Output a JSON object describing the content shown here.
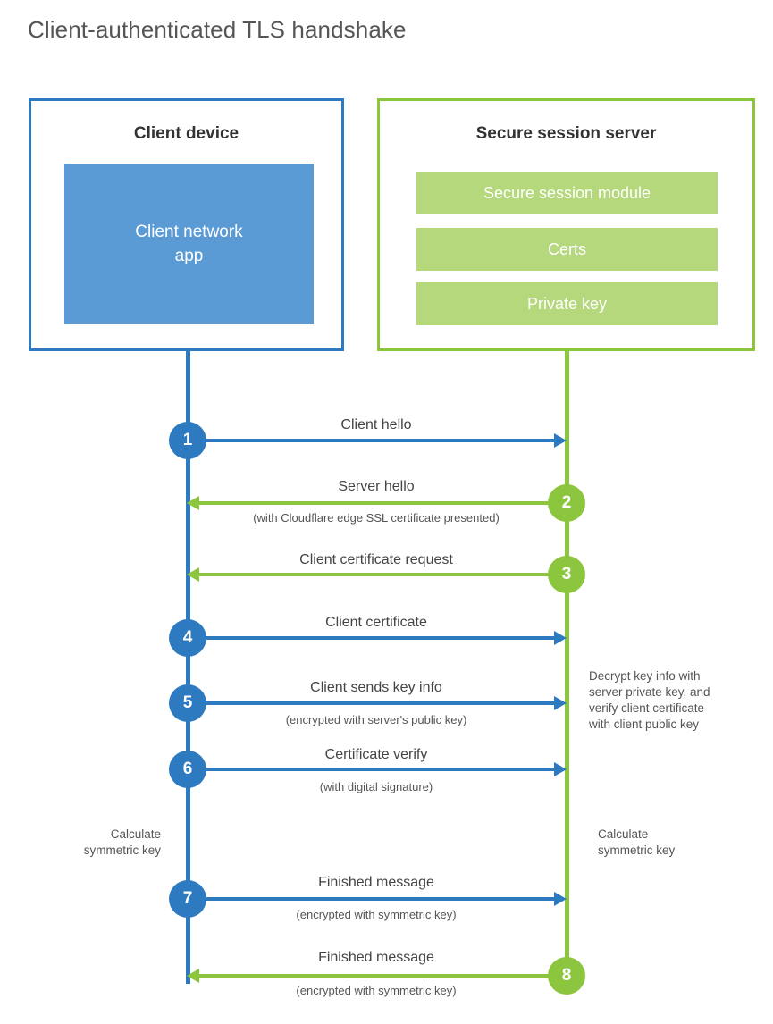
{
  "title": "Client-authenticated TLS handshake",
  "colors": {
    "client_blue": "#2d7ac0",
    "client_app_fill": "#5b9bd5",
    "server_green": "#8cc63e",
    "server_bar_fill": "#b5d87c",
    "text_dark": "#333333",
    "text_body": "#555555",
    "background": "#ffffff"
  },
  "client": {
    "title": "Client device",
    "app_label": "Client network\napp"
  },
  "server": {
    "title": "Secure session server",
    "bars": [
      {
        "label": "Secure session module"
      },
      {
        "label": "Certs"
      },
      {
        "label": "Private key"
      }
    ]
  },
  "steps": [
    {
      "number": "1",
      "label": "Client hello",
      "sub": "",
      "direction": "client-to-server",
      "color": "blue"
    },
    {
      "number": "2",
      "label": "Server hello",
      "sub": "(with Cloudflare edge SSL certificate presented)",
      "direction": "server-to-client",
      "color": "green"
    },
    {
      "number": "3",
      "label": "Client certificate request",
      "sub": "",
      "direction": "server-to-client",
      "color": "green"
    },
    {
      "number": "4",
      "label": "Client certificate",
      "sub": "",
      "direction": "client-to-server",
      "color": "blue"
    },
    {
      "number": "5",
      "label": "Client sends key info",
      "sub": "(encrypted with server's public key)",
      "direction": "client-to-server",
      "color": "blue"
    },
    {
      "number": "6",
      "label": "Certificate verify",
      "sub": "(with digital signature)",
      "direction": "client-to-server",
      "color": "blue"
    },
    {
      "number": "7",
      "label": "Finished message",
      "sub": "(encrypted with symmetric key)",
      "direction": "client-to-server",
      "color": "blue"
    },
    {
      "number": "8",
      "label": "Finished message",
      "sub": "(encrypted with symmetric key)",
      "direction": "server-to-client",
      "color": "green"
    }
  ],
  "annotations": {
    "server_decrypt_note": "Decrypt key info with\nserver private key, and\nverify client certificate\nwith client public key",
    "client_calculate_note": "Calculate\nsymmetric key",
    "server_calculate_note": "Calculate\nsymmetric key"
  }
}
